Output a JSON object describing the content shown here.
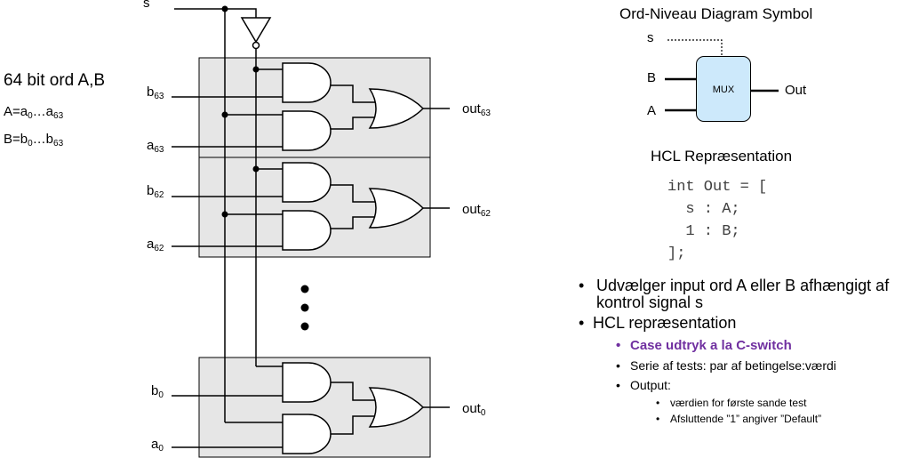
{
  "left": {
    "title": "64 bit ord A,B",
    "a_def": "A=a0…a63",
    "b_def": "B=b0…b63"
  },
  "circuit": {
    "s_label": "s",
    "inputs": [
      {
        "b": "b63",
        "a": "a63",
        "out": "out63"
      },
      {
        "b": "b62",
        "a": "a62",
        "out": "out62"
      },
      {
        "b": "b0",
        "a": "a0",
        "out": "out0"
      }
    ]
  },
  "word_diagram": {
    "title": "Ord-Niveau Diagram Symbol",
    "s": "s",
    "b": "B",
    "a": "A",
    "mux": "MUX",
    "out": "Out"
  },
  "hcl": {
    "title": "HCL Repræsentation",
    "lines": [
      "int Out = [",
      "  s : A;",
      "  1 : B;",
      "];"
    ]
  },
  "bullets": {
    "b1": "Udvælger input ord A eller B afhængigt af kontrol signal s",
    "b2": "HCL repræsentation",
    "b2_1": "Case udtryk a la C-switch",
    "b2_2": "Serie af tests: par af betingelse:værdi",
    "b2_3": "Output:",
    "b2_3_1": "værdien for første sande test",
    "b2_3_2": "Afsluttende ”1” angiver ”Default”"
  },
  "colors": {
    "box_fill": "#e6e6e6",
    "mux_fill": "#cde9fb",
    "highlight": "#7030a0",
    "code": "#404040"
  }
}
